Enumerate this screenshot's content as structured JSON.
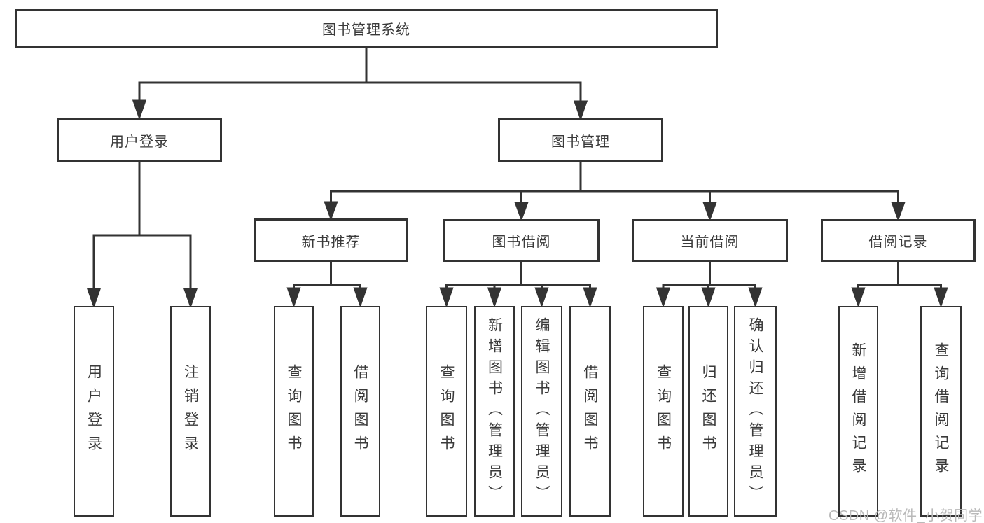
{
  "title": "图书管理系统",
  "tree": {
    "label": "图书管理系统",
    "children": [
      {
        "label": "用户登录",
        "children": [
          {
            "label": "用户登录"
          },
          {
            "label": "注销登录"
          }
        ]
      },
      {
        "label": "图书管理",
        "children": [
          {
            "label": "新书推荐",
            "children": [
              {
                "label": "查询图书"
              },
              {
                "label": "借阅图书"
              }
            ]
          },
          {
            "label": "图书借阅",
            "children": [
              {
                "label": "查询图书"
              },
              {
                "label": "新增图书（管理员）"
              },
              {
                "label": "编辑图书（管理员）"
              },
              {
                "label": "借阅图书"
              }
            ]
          },
          {
            "label": "当前借阅",
            "children": [
              {
                "label": "查询图书"
              },
              {
                "label": "归还图书"
              },
              {
                "label": "确认归还（管理员）"
              }
            ]
          },
          {
            "label": "借阅记录",
            "children": [
              {
                "label": "新增借阅记录"
              },
              {
                "label": "查询借阅记录"
              }
            ]
          }
        ]
      }
    ]
  },
  "watermark": {
    "text": "CSDN @软件_小贺同学"
  },
  "colors": {
    "line": "#333333",
    "box_border": "#333333",
    "box_fill": "#ffffff",
    "text": "#3a3a3a",
    "watermark": "#b9b9b9",
    "background": "#ffffff"
  }
}
